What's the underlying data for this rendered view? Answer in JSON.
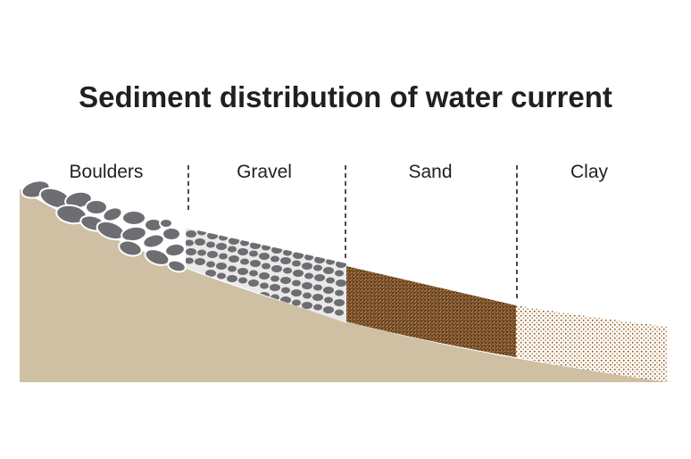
{
  "title": "Sediment distribution of water current",
  "zones": [
    {
      "label": "Boulders"
    },
    {
      "label": "Gravel"
    },
    {
      "label": "Sand"
    },
    {
      "label": "Clay"
    }
  ],
  "colors": {
    "slope": "#cfbfa3",
    "rock": "#6d6e71",
    "sand": "#8b5a2b",
    "clay_dots": "#c8883a",
    "divider": "#231f20"
  }
}
